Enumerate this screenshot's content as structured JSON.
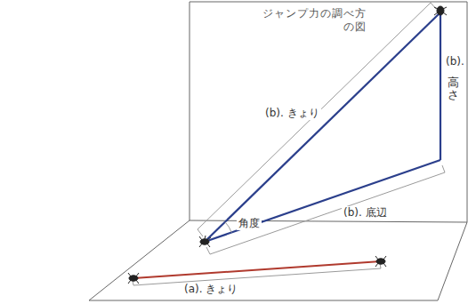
{
  "diagram": {
    "title": "ジャンプ力の調べ方の図",
    "labels": [
      "(b). きょり",
      "(b).",
      "高さ",
      "角度",
      "(b). 底辺",
      "(a). きょり"
    ]
  }
}
